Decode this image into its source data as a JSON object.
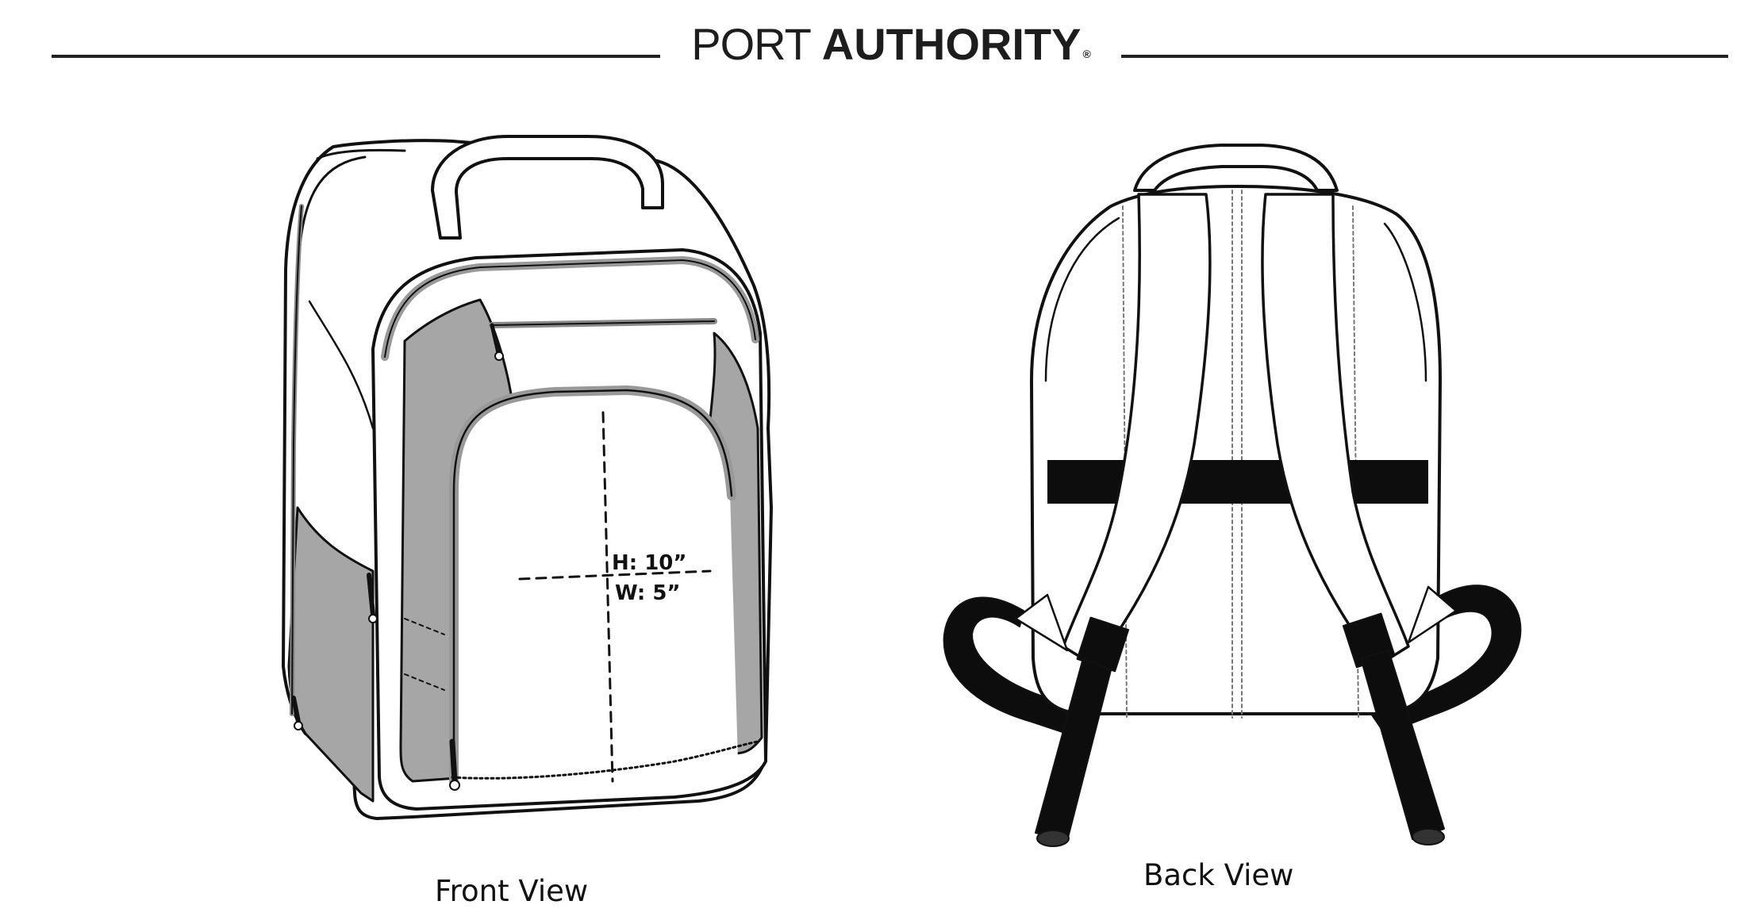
{
  "brand": {
    "name_light": "PORT",
    "name_bold": "AUTHORITY",
    "registered_mark": "®"
  },
  "front_view": {
    "caption": "Front View",
    "dimension_height": "H: 10”",
    "dimension_width": "W: 5”"
  },
  "back_view": {
    "caption": "Back View"
  },
  "colors": {
    "outline": "#111111",
    "panel_gray": "#a6a6a6",
    "strap_black": "#0d0d0d",
    "background": "#ffffff"
  }
}
